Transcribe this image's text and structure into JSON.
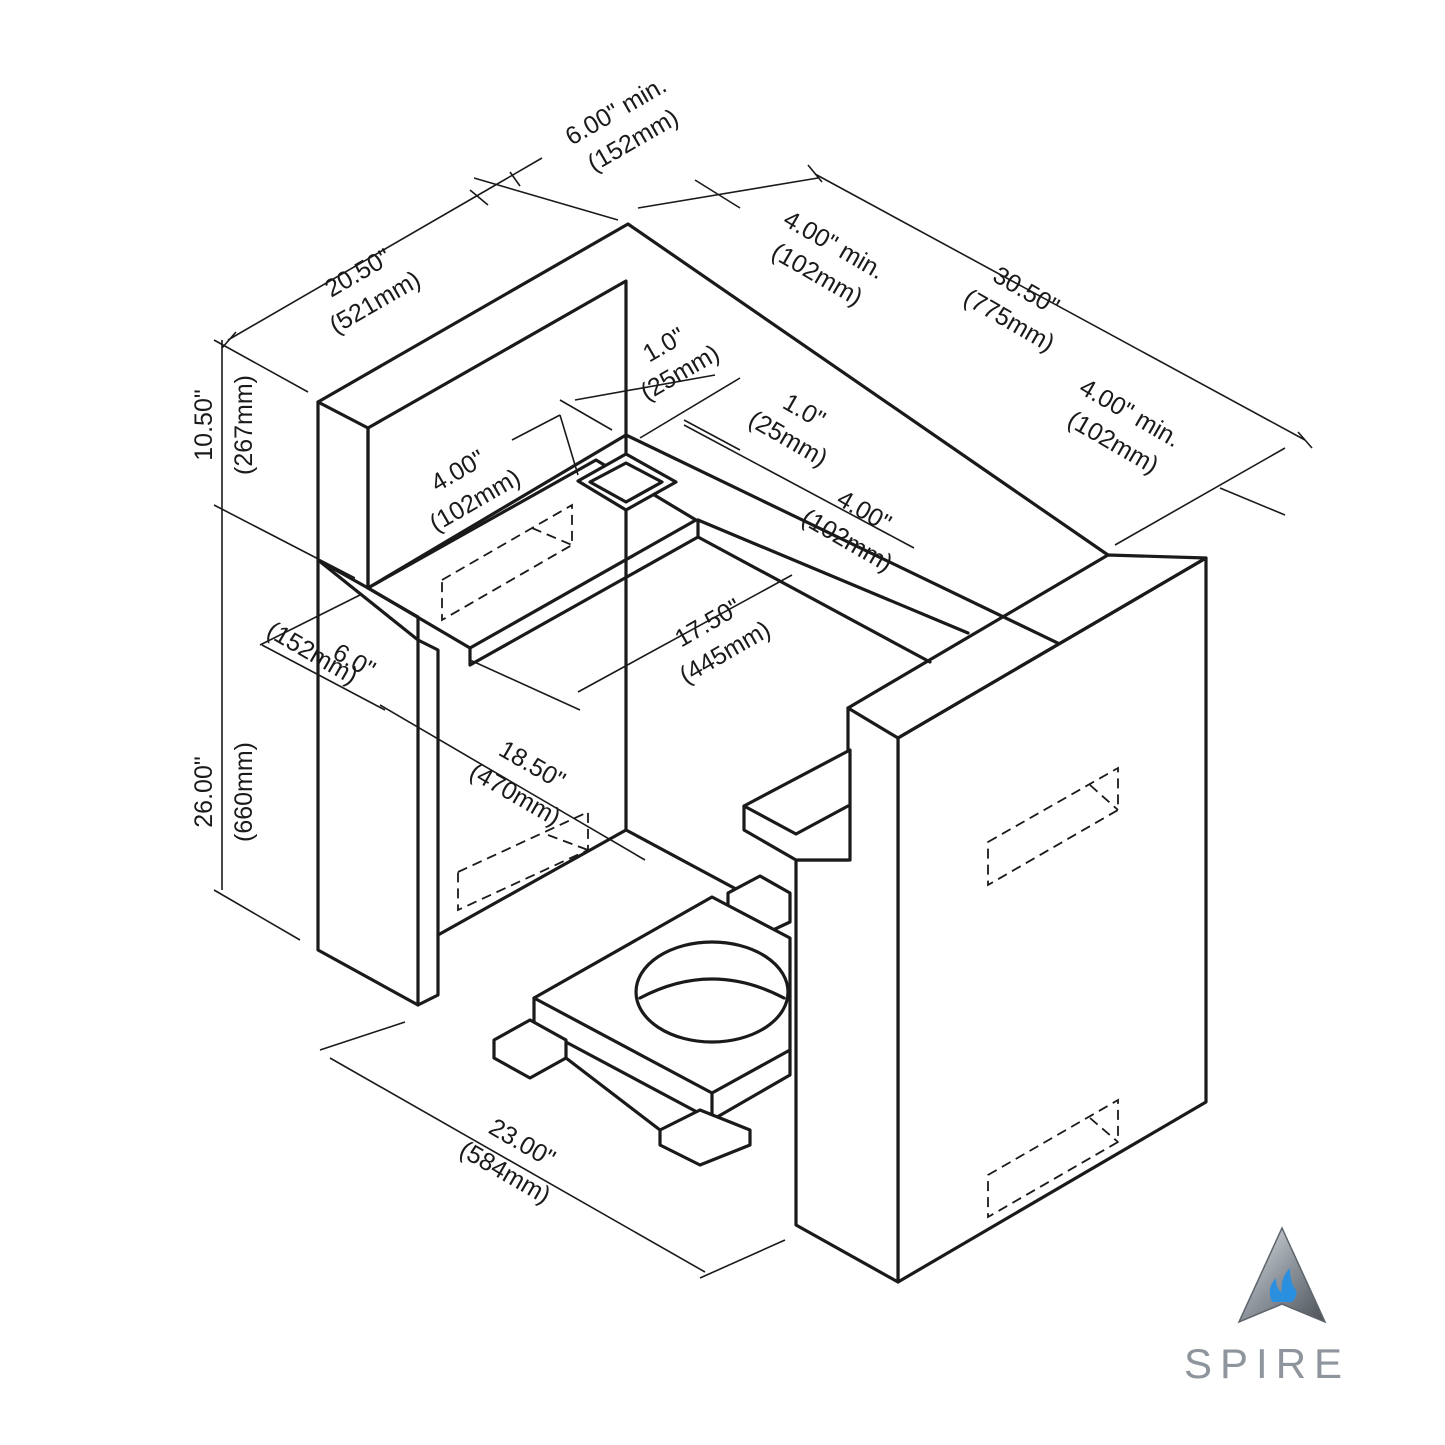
{
  "dimensions": {
    "top_clearance": {
      "imperial": "6.00\" min.",
      "metric": "(152mm)"
    },
    "depth_side": {
      "imperial": "20.50\"",
      "metric": "(521mm)"
    },
    "rear_clearance": {
      "imperial": "4.00\" min.",
      "metric": "(102mm)"
    },
    "overall_width": {
      "imperial": "30.50\"",
      "metric": "(775mm)"
    },
    "side_clearance": {
      "imperial": "4.00\" min.",
      "metric": "(102mm)"
    },
    "vent_offset_a": {
      "imperial": "1.0\"",
      "metric": "(25mm)"
    },
    "vent_offset_b": {
      "imperial": "1.0\"",
      "metric": "(25mm)"
    },
    "vent_size_a": {
      "imperial": "4.00\"",
      "metric": "(102mm)"
    },
    "vent_size_b": {
      "imperial": "4.00\"",
      "metric": "(102mm)"
    },
    "upper_height": {
      "imperial": "10.50\"",
      "metric": "(267mm)"
    },
    "opening_depth": {
      "imperial": "17.50\"",
      "metric": "(445mm)"
    },
    "front_offset": {
      "imperial": "6.0\"",
      "metric": "(152mm)"
    },
    "lower_height": {
      "imperial": "26.00\"",
      "metric": "(660mm)"
    },
    "opening_width": {
      "imperial": "18.50\"",
      "metric": "(470mm)"
    },
    "base_width": {
      "imperial": "23.00\"",
      "metric": "(584mm)"
    }
  },
  "logo": {
    "text": "SPIRE",
    "flame_color": "#2b8fe0",
    "chrome_color": "#8e959c"
  }
}
